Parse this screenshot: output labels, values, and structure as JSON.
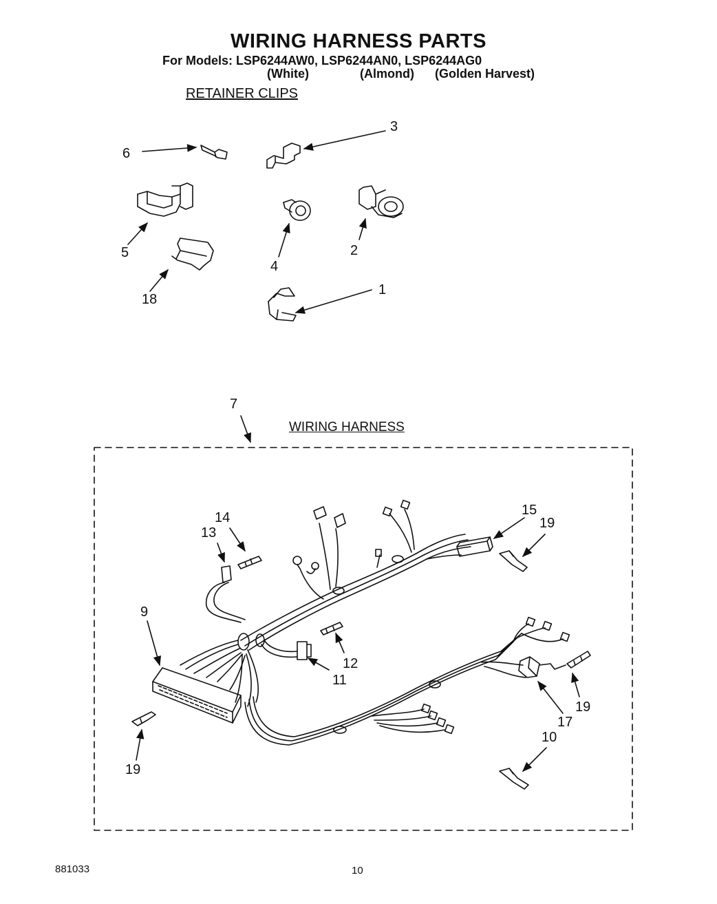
{
  "header": {
    "title": "WIRING HARNESS PARTS",
    "models_line": "For Models: LSP6244AW0,  LSP6244AN0,  LSP6244AG0",
    "variants": [
      "(White)",
      "(Almond)",
      "(Golden Harvest)"
    ]
  },
  "sections": {
    "retainer_clips": "RETAINER CLIPS",
    "wiring_harness": "WIRING HARNESS"
  },
  "callouts": {
    "c1": "1",
    "c2": "2",
    "c3": "3",
    "c4": "4",
    "c5": "5",
    "c6": "6",
    "c7": "7",
    "c9": "9",
    "c10": "10",
    "c11": "11",
    "c12": "12",
    "c13": "13",
    "c14": "14",
    "c15": "15",
    "c17": "17",
    "c18": "18",
    "c19a": "19",
    "c19b": "19",
    "c19c": "19"
  },
  "footer": {
    "doc_number": "881033",
    "page_number": "10"
  }
}
